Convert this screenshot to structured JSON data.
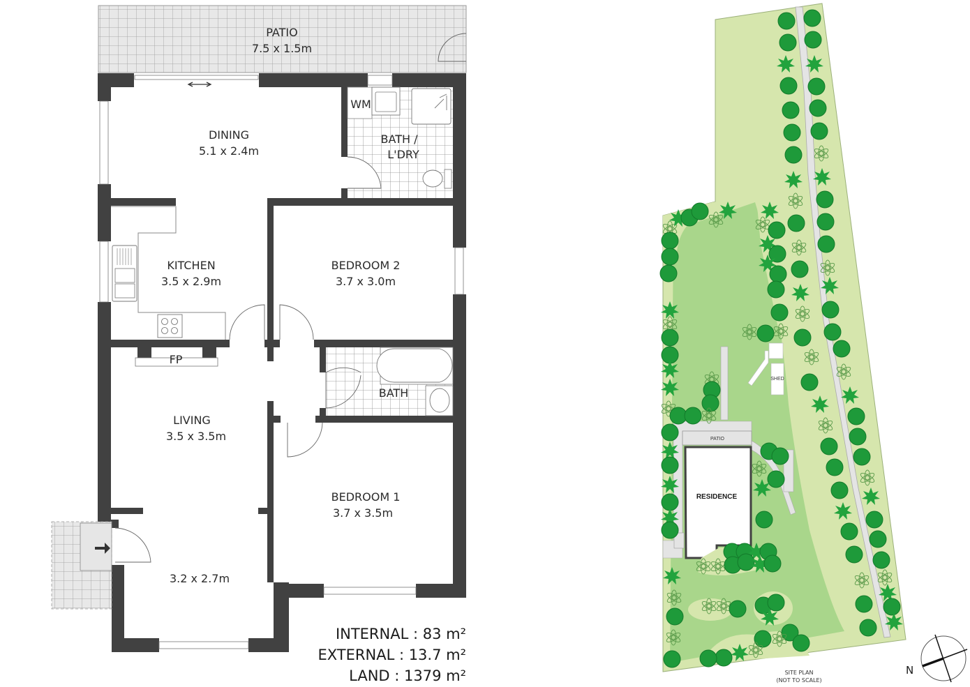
{
  "floorplan": {
    "rooms": [
      {
        "id": "patio",
        "name": "PATIO",
        "dims": "7.5 x 1.5m"
      },
      {
        "id": "dining",
        "name": "DINING",
        "dims": "5.1 x 2.4m"
      },
      {
        "id": "bath-laundry",
        "name_line1": "BATH /",
        "name_line2": "L'DRY"
      },
      {
        "id": "wm",
        "name": "WM"
      },
      {
        "id": "kitchen",
        "name": "KITCHEN",
        "dims": "3.5 x 2.9m"
      },
      {
        "id": "bedroom2",
        "name": "BEDROOM 2",
        "dims": "3.7 x 3.0m"
      },
      {
        "id": "fireplace",
        "name": "FP"
      },
      {
        "id": "bath",
        "name": "BATH"
      },
      {
        "id": "living",
        "name": "LIVING",
        "dims": "3.5 x 3.5m"
      },
      {
        "id": "bedroom1",
        "name": "BEDROOM 1",
        "dims": "3.7 x 3.5m"
      },
      {
        "id": "entry",
        "dims": "3.2 x 2.7m"
      }
    ],
    "areas": {
      "internal": "INTERNAL : 83 m²",
      "external": "EXTERNAL : 13.7 m²",
      "land": "LAND : 1379 m²"
    },
    "colors": {
      "wall": "#414141",
      "tile": "#e6e6e6",
      "tile_line": "#9a9a9a"
    }
  },
  "site_plan": {
    "labels": {
      "residence": "RESIDENCE",
      "patio": "PATIO",
      "shed": "SHED"
    },
    "caption_line1": "SITE PLAN",
    "caption_line2": "(NOT TO SCALE)",
    "north_label": "N",
    "colors": {
      "lawn_light": "#d3e4a8",
      "lawn_mid": "#a8d48a",
      "lawn_dark": "#8ccc74",
      "tree": "#1f9a3a",
      "path": "#e0e0e0"
    }
  }
}
